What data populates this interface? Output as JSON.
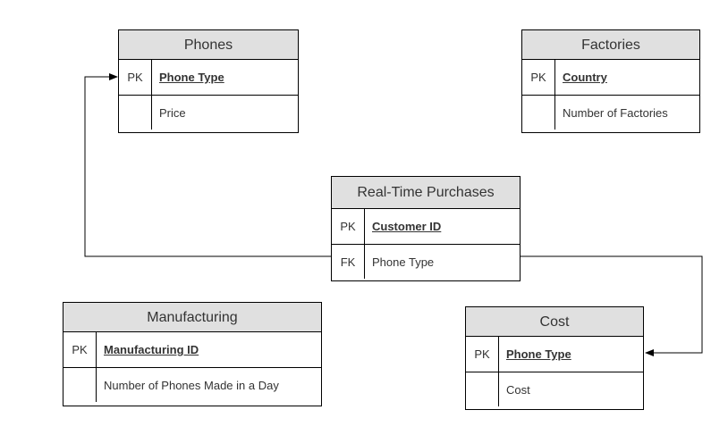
{
  "entities": {
    "phones": {
      "title": "Phones",
      "rows": [
        {
          "key": "PK",
          "name": "Phone Type"
        },
        {
          "key": "",
          "name": "Price"
        }
      ]
    },
    "factories": {
      "title": "Factories",
      "rows": [
        {
          "key": "PK",
          "name": "Country"
        },
        {
          "key": "",
          "name": "Number of Factories"
        }
      ]
    },
    "purchases": {
      "title": "Real-Time Purchases",
      "rows": [
        {
          "key": "PK",
          "name": "Customer ID"
        },
        {
          "key": "FK",
          "name": "Phone Type"
        }
      ]
    },
    "manufacturing": {
      "title": "Manufacturing",
      "rows": [
        {
          "key": "PK",
          "name": "Manufacturing ID"
        },
        {
          "key": "",
          "name": "Number of Phones Made in a Day"
        }
      ]
    },
    "cost": {
      "title": "Cost",
      "rows": [
        {
          "key": "PK",
          "name": "Phone Type"
        },
        {
          "key": "",
          "name": "Cost"
        }
      ]
    }
  },
  "colors": {
    "header_fill": "#e0e0e0",
    "border": "#000000",
    "text": "#333333"
  }
}
